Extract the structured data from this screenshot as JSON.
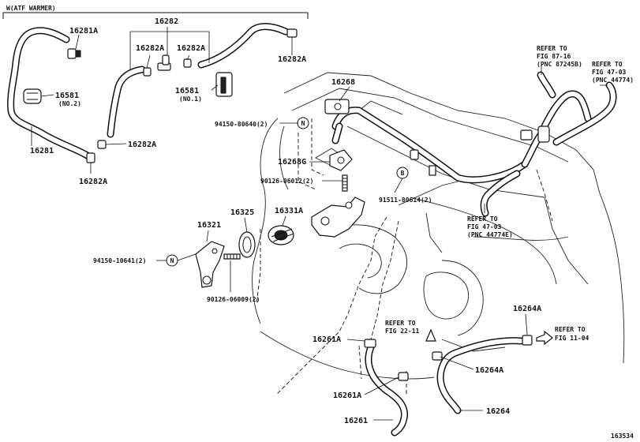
{
  "header": {
    "group_label": "W(ATF WARMER)"
  },
  "figure_id": "163534",
  "labels": {
    "p16281A": "16281A",
    "p16282": "16282",
    "p16282A_a": "16282A",
    "p16282A_b": "16282A",
    "p16282A_c": "16282A",
    "p16282A_d": "16282A",
    "p16282A_e": "16282A",
    "p16581_no2": "16581",
    "p16581_no2_note": "(NO.2)",
    "p16581_no1": "16581",
    "p16581_no1_note": "(NO.1)",
    "p16281": "16281",
    "p16268": "16268",
    "p16268G": "16268G",
    "p94150_80640": "94150-80640(2)",
    "p90126_06012": "90126-06012(2)",
    "p91511_80614": "91511-80614(2)",
    "p16325": "16325",
    "p16331A": "16331A",
    "p16321": "16321",
    "p94150_10641": "94150-10641(2)",
    "p90126_06009": "90126-06009(2)",
    "p16261A_a": "16261A",
    "p16261A_b": "16261A",
    "p16261": "16261",
    "p16264A_a": "16264A",
    "p16264A_b": "16264A",
    "p16264": "16264",
    "marker_n1": "N",
    "marker_n2": "N",
    "marker_b": "B"
  },
  "refs": {
    "r1_l1": "REFER TO",
    "r1_l2": "FIG 87-16",
    "r1_l3": "(PNC 87245B)",
    "r2_l1": "REFER TO",
    "r2_l2": "FIG 47-03",
    "r2_l3": "(PNC 44774)",
    "r3_l1": "REFER TO",
    "r3_l2": "FIG 47-03",
    "r3_l3": "(PNC 44774E)",
    "r4_l1": "REFER TO",
    "r4_l2": "FIG 22-11",
    "r5_l1": "REFER TO",
    "r5_l2": "FIG 11-04"
  }
}
